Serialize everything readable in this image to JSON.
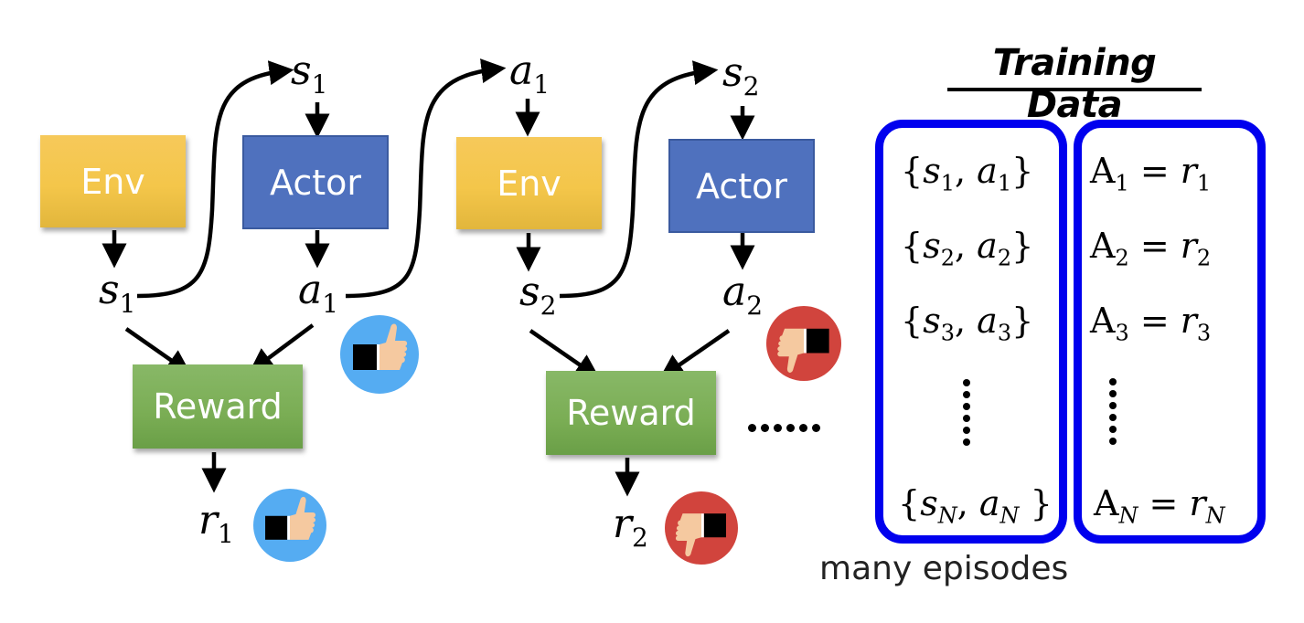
{
  "diagram": {
    "episode_1": {
      "env_label": "Env",
      "actor_label": "Actor",
      "reward_label": "Reward",
      "state": {
        "base": "s",
        "sub": "1"
      },
      "state_top": {
        "base": "s",
        "sub": "1"
      },
      "action": {
        "base": "a",
        "sub": "1"
      },
      "reward_value": {
        "base": "r",
        "sub": "1"
      },
      "action_feedback": "thumbs-up",
      "reward_feedback": "thumbs-up"
    },
    "episode_2": {
      "env_label": "Env",
      "actor_label": "Actor",
      "reward_label": "Reward",
      "action_top": {
        "base": "a",
        "sub": "1"
      },
      "state": {
        "base": "s",
        "sub": "2"
      },
      "state_top": {
        "base": "s",
        "sub": "2"
      },
      "action": {
        "base": "a",
        "sub": "2"
      },
      "reward_value": {
        "base": "r",
        "sub": "2"
      },
      "action_feedback": "thumbs-down",
      "reward_feedback": "thumbs-down"
    },
    "continuation": "......",
    "colors": {
      "env": "#f4c64a",
      "actor": "#4f71be",
      "reward": "#7aad54",
      "panel_border": "#0000ee",
      "thumbs_up_bg": "#55acf2",
      "thumbs_down_bg": "#d1443d",
      "skin": "#f5c9a0"
    }
  },
  "training_data": {
    "title": "Training Data",
    "pairs": [
      {
        "open": "{",
        "s": "s",
        "s_sub": "1",
        "comma": ", ",
        "a": "a",
        "a_sub": "1",
        "close": "}"
      },
      {
        "open": "{",
        "s": "s",
        "s_sub": "2",
        "comma": ", ",
        "a": "a",
        "a_sub": "2",
        "close": "}"
      },
      {
        "open": "{",
        "s": "s",
        "s_sub": "3",
        "comma": ", ",
        "a": "a",
        "a_sub": "3",
        "close": "}"
      },
      {
        "open": "{",
        "s": "s",
        "s_sub": "N",
        "comma": ", ",
        "a": "a",
        "a_sub": "N",
        "close": " }"
      }
    ],
    "advantages": [
      {
        "A": "A",
        "A_sub": "1",
        "eq": " = ",
        "r": "r",
        "r_sub": "1"
      },
      {
        "A": "A",
        "A_sub": "2",
        "eq": " = ",
        "r": "r",
        "r_sub": "2"
      },
      {
        "A": "A",
        "A_sub": "3",
        "eq": " = ",
        "r": "r",
        "r_sub": "3"
      },
      {
        "A": "A",
        "A_sub": "N",
        "eq": " = ",
        "r": "r",
        "r_sub": "N"
      }
    ],
    "caption": "many episodes"
  }
}
